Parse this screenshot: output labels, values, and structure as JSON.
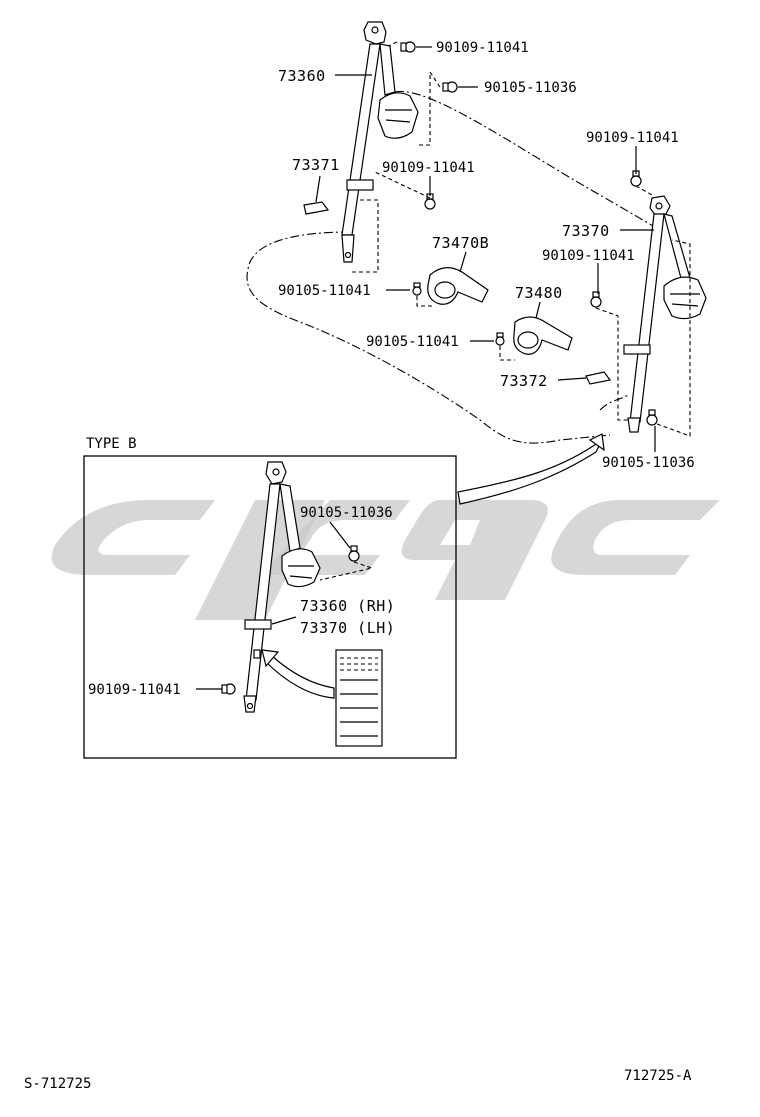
{
  "labels": {
    "p73360": "73360",
    "p73371": "73371",
    "p73470b": "73470B",
    "p73480": "73480",
    "p73370": "73370",
    "p73372": "73372",
    "b1": "90109-11041",
    "b2": "90105-11036",
    "b3": "90109-11041",
    "b4": "90105-11041",
    "b5": "90105-11041",
    "b6": "90109-11041",
    "b7": "90109-11041",
    "b8": "90105-11036",
    "type_b": "TYPE B",
    "tb_bolt_top": "90105-11036",
    "tb_rh": "73360 (RH)",
    "tb_lh": "73370 (LH)",
    "tb_bolt_bottom": "90109-11041"
  },
  "footer": {
    "left_code": "S-712725",
    "right_code": "712725-A"
  },
  "colors": {
    "line": "#000000",
    "watermark": "#c9c9c9",
    "background": "#ffffff"
  }
}
